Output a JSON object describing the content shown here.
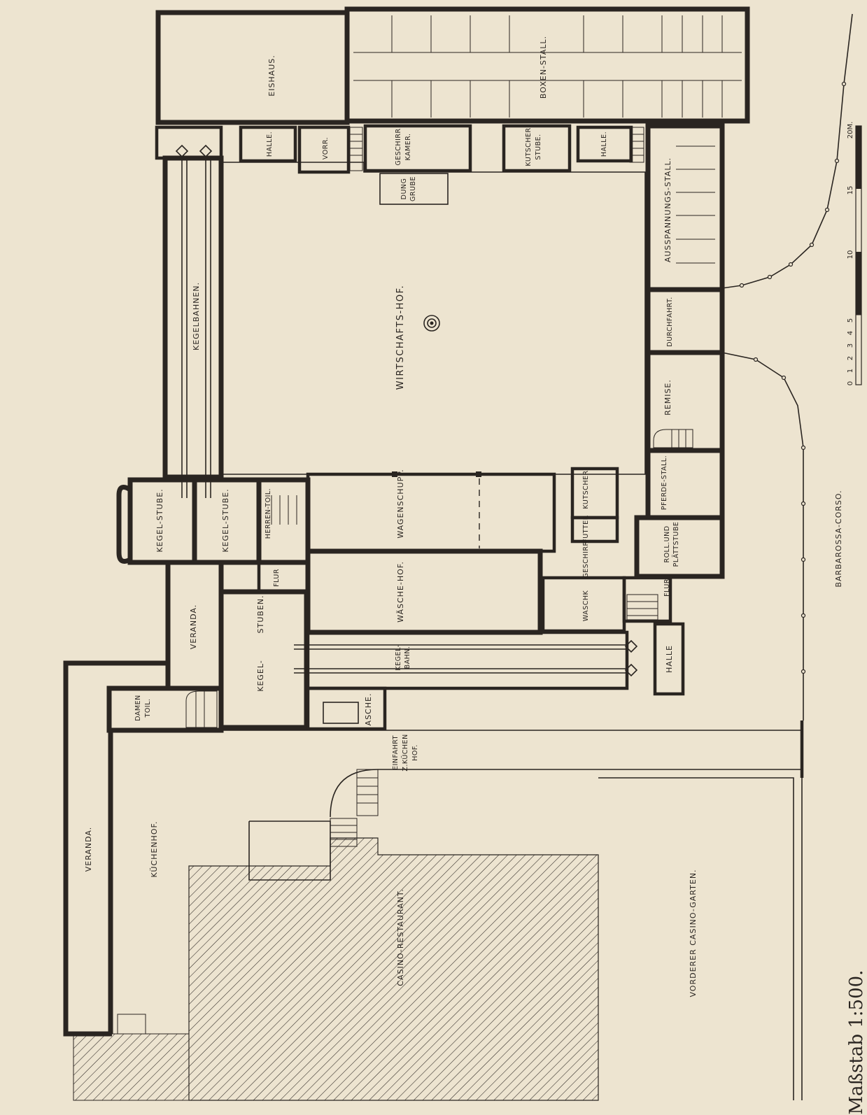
{
  "rooms": {
    "eishaus": "EISHAUS.",
    "boxen_stall": "BOXEN-STALL.",
    "halle_top_left": "HALLE.",
    "vorr": "VORR.",
    "geschirr_kammer": [
      "GESCHIRR",
      "KAMER."
    ],
    "kutscher_stube": [
      "KUTSCHER",
      "STUBE."
    ],
    "halle_top_right": "HALLE.",
    "dung_grube": [
      "DUNG",
      "GRUBE"
    ],
    "ausspannungs_stall": "AUSSPANNUNGS-STALL.",
    "durchfahrt": "DURCHFAHRT.",
    "remise": "REMISE.",
    "pferde_stall": "PFERDE-STALL.",
    "roll_plaettstube": [
      "ROLL.UND",
      "PLÄTTSTUBE"
    ],
    "kutscher": "KUTSCHER",
    "futter": "FUTTER",
    "geschirr": "GESCHIRR",
    "waschk": "WASCHK",
    "flur_right": "FLUR",
    "halle_right": "HALLE",
    "kegelbahnen": "KEGELBAHNEN.",
    "wirtschafts_hof": "WIRTSCHAFTS-HOF.",
    "kegel_stube_1": "KEGEL-STUBE.",
    "kegel_stube_2": "KEGEL-STUBE.",
    "herren_toil": "HERREN-TOIL.",
    "wagenschuppen": "WAGENSCHUPP.",
    "flur_mid": "FLUR",
    "waesche_hof": "WÄSCHE-HOF.",
    "veranda_upper": "VERANDA.",
    "kegel_stuben": [
      "KEGEL-",
      "STUBEN."
    ],
    "kegel_bahn": [
      "KEGEL-",
      "BAHN."
    ],
    "damen_toil": [
      "DAMEN",
      "TOIL."
    ],
    "asche": "ASCHE.",
    "einfahrt": [
      "EINFAHRT",
      "Z.KÜCHEN",
      "HOF."
    ],
    "veranda_lower": "VERANDA.",
    "kuechenhof": "KÜCHENHOF.",
    "casino_restaurant": "CASINO-RESTAURANT.",
    "vorderer_casino_garten": "VORDERER CASINO-GARTEN.",
    "barbarossa_corso": "BARBAROSSA-CORSO."
  },
  "scale": {
    "title": "Maßstab 1:500.",
    "ticks": [
      "0",
      "1",
      "2",
      "3",
      "4",
      "5",
      "10",
      "15",
      "20M."
    ]
  },
  "colors": {
    "paper": "#ede4d0",
    "ink": "#2a2521"
  }
}
